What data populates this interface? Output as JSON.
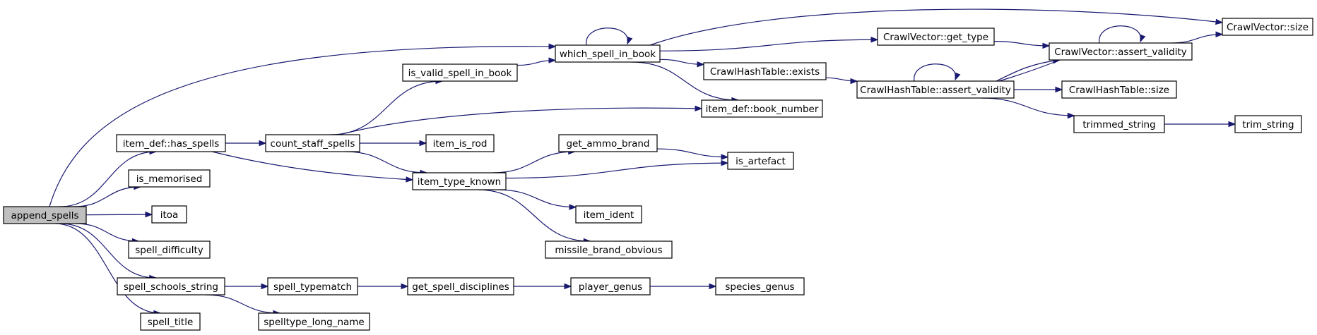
{
  "graph": {
    "root": "append_spells",
    "colors": {
      "edge": "#191970",
      "node_border": "#000000",
      "root_fill": "#bfbfbf",
      "node_fill": "#ffffff"
    },
    "nodes": [
      {
        "id": "append_spells",
        "label": "append_spells",
        "root": true
      },
      {
        "id": "item_def_has_spells",
        "label": "item_def::has_spells"
      },
      {
        "id": "is_memorised",
        "label": "is_memorised"
      },
      {
        "id": "itoa",
        "label": "itoa"
      },
      {
        "id": "spell_difficulty",
        "label": "spell_difficulty"
      },
      {
        "id": "spell_schools_string",
        "label": "spell_schools_string"
      },
      {
        "id": "spell_title",
        "label": "spell_title"
      },
      {
        "id": "which_spell_in_book",
        "label": "which_spell_in_book"
      },
      {
        "id": "count_staff_spells",
        "label": "count_staff_spells"
      },
      {
        "id": "item_type_known",
        "label": "item_type_known"
      },
      {
        "id": "spell_typematch",
        "label": "spell_typematch"
      },
      {
        "id": "spelltype_long_name",
        "label": "spelltype_long_name"
      },
      {
        "id": "is_valid_spell_in_book",
        "label": "is_valid_spell_in_book"
      },
      {
        "id": "item_is_rod",
        "label": "item_is_rod"
      },
      {
        "id": "get_spell_disciplines",
        "label": "get_spell_disciplines"
      },
      {
        "id": "get_ammo_brand",
        "label": "get_ammo_brand"
      },
      {
        "id": "item_ident",
        "label": "item_ident"
      },
      {
        "id": "missile_brand_obvious",
        "label": "missile_brand_obvious"
      },
      {
        "id": "player_genus",
        "label": "player_genus"
      },
      {
        "id": "crawlvector_get_type",
        "label": "CrawlVector::get_type"
      },
      {
        "id": "crawlhashtable_exists",
        "label": "CrawlHashTable::exists"
      },
      {
        "id": "item_def_book_number",
        "label": "item_def::book_number"
      },
      {
        "id": "is_artefact",
        "label": "is_artefact"
      },
      {
        "id": "species_genus",
        "label": "species_genus"
      },
      {
        "id": "crawlhashtable_assert_validity",
        "label": "CrawlHashTable::assert_validity"
      },
      {
        "id": "crawlvector_assert_validity",
        "label": "CrawlVector::assert_validity"
      },
      {
        "id": "crawlhashtable_size",
        "label": "CrawlHashTable::size"
      },
      {
        "id": "trimmed_string",
        "label": "trimmed_string"
      },
      {
        "id": "crawlvector_size",
        "label": "CrawlVector::size"
      },
      {
        "id": "trim_string",
        "label": "trim_string"
      }
    ],
    "edges": [
      {
        "from": "append_spells",
        "to": "which_spell_in_book"
      },
      {
        "from": "append_spells",
        "to": "item_def_has_spells"
      },
      {
        "from": "append_spells",
        "to": "is_memorised"
      },
      {
        "from": "append_spells",
        "to": "itoa"
      },
      {
        "from": "append_spells",
        "to": "spell_difficulty"
      },
      {
        "from": "append_spells",
        "to": "spell_schools_string"
      },
      {
        "from": "append_spells",
        "to": "spell_title"
      },
      {
        "from": "item_def_has_spells",
        "to": "count_staff_spells"
      },
      {
        "from": "item_def_has_spells",
        "to": "item_type_known"
      },
      {
        "from": "count_staff_spells",
        "to": "is_valid_spell_in_book"
      },
      {
        "from": "count_staff_spells",
        "to": "item_def_book_number"
      },
      {
        "from": "count_staff_spells",
        "to": "item_is_rod"
      },
      {
        "from": "count_staff_spells",
        "to": "item_type_known"
      },
      {
        "from": "is_valid_spell_in_book",
        "to": "which_spell_in_book"
      },
      {
        "from": "which_spell_in_book",
        "to": "which_spell_in_book"
      },
      {
        "from": "which_spell_in_book",
        "to": "crawlvector_get_type"
      },
      {
        "from": "which_spell_in_book",
        "to": "crawlhashtable_exists"
      },
      {
        "from": "which_spell_in_book",
        "to": "item_def_book_number"
      },
      {
        "from": "which_spell_in_book",
        "to": "crawlvector_size"
      },
      {
        "from": "crawlvector_get_type",
        "to": "crawlvector_assert_validity"
      },
      {
        "from": "crawlhashtable_exists",
        "to": "crawlhashtable_assert_validity"
      },
      {
        "from": "crawlhashtable_assert_validity",
        "to": "crawlhashtable_assert_validity"
      },
      {
        "from": "crawlhashtable_assert_validity",
        "to": "crawlvector_assert_validity"
      },
      {
        "from": "crawlhashtable_assert_validity",
        "to": "crawlhashtable_size"
      },
      {
        "from": "crawlhashtable_assert_validity",
        "to": "trimmed_string"
      },
      {
        "from": "crawlvector_assert_validity",
        "to": "crawlvector_assert_validity"
      },
      {
        "from": "crawlvector_assert_validity",
        "to": "crawlhashtable_assert_validity"
      },
      {
        "from": "crawlvector_assert_validity",
        "to": "crawlvector_size"
      },
      {
        "from": "trimmed_string",
        "to": "trim_string"
      },
      {
        "from": "item_type_known",
        "to": "get_ammo_brand"
      },
      {
        "from": "item_type_known",
        "to": "is_artefact"
      },
      {
        "from": "item_type_known",
        "to": "item_ident"
      },
      {
        "from": "item_type_known",
        "to": "missile_brand_obvious"
      },
      {
        "from": "get_ammo_brand",
        "to": "is_artefact"
      },
      {
        "from": "spell_schools_string",
        "to": "spell_typematch"
      },
      {
        "from": "spell_schools_string",
        "to": "spelltype_long_name"
      },
      {
        "from": "spell_typematch",
        "to": "get_spell_disciplines"
      },
      {
        "from": "get_spell_disciplines",
        "to": "player_genus"
      },
      {
        "from": "player_genus",
        "to": "species_genus"
      }
    ]
  }
}
